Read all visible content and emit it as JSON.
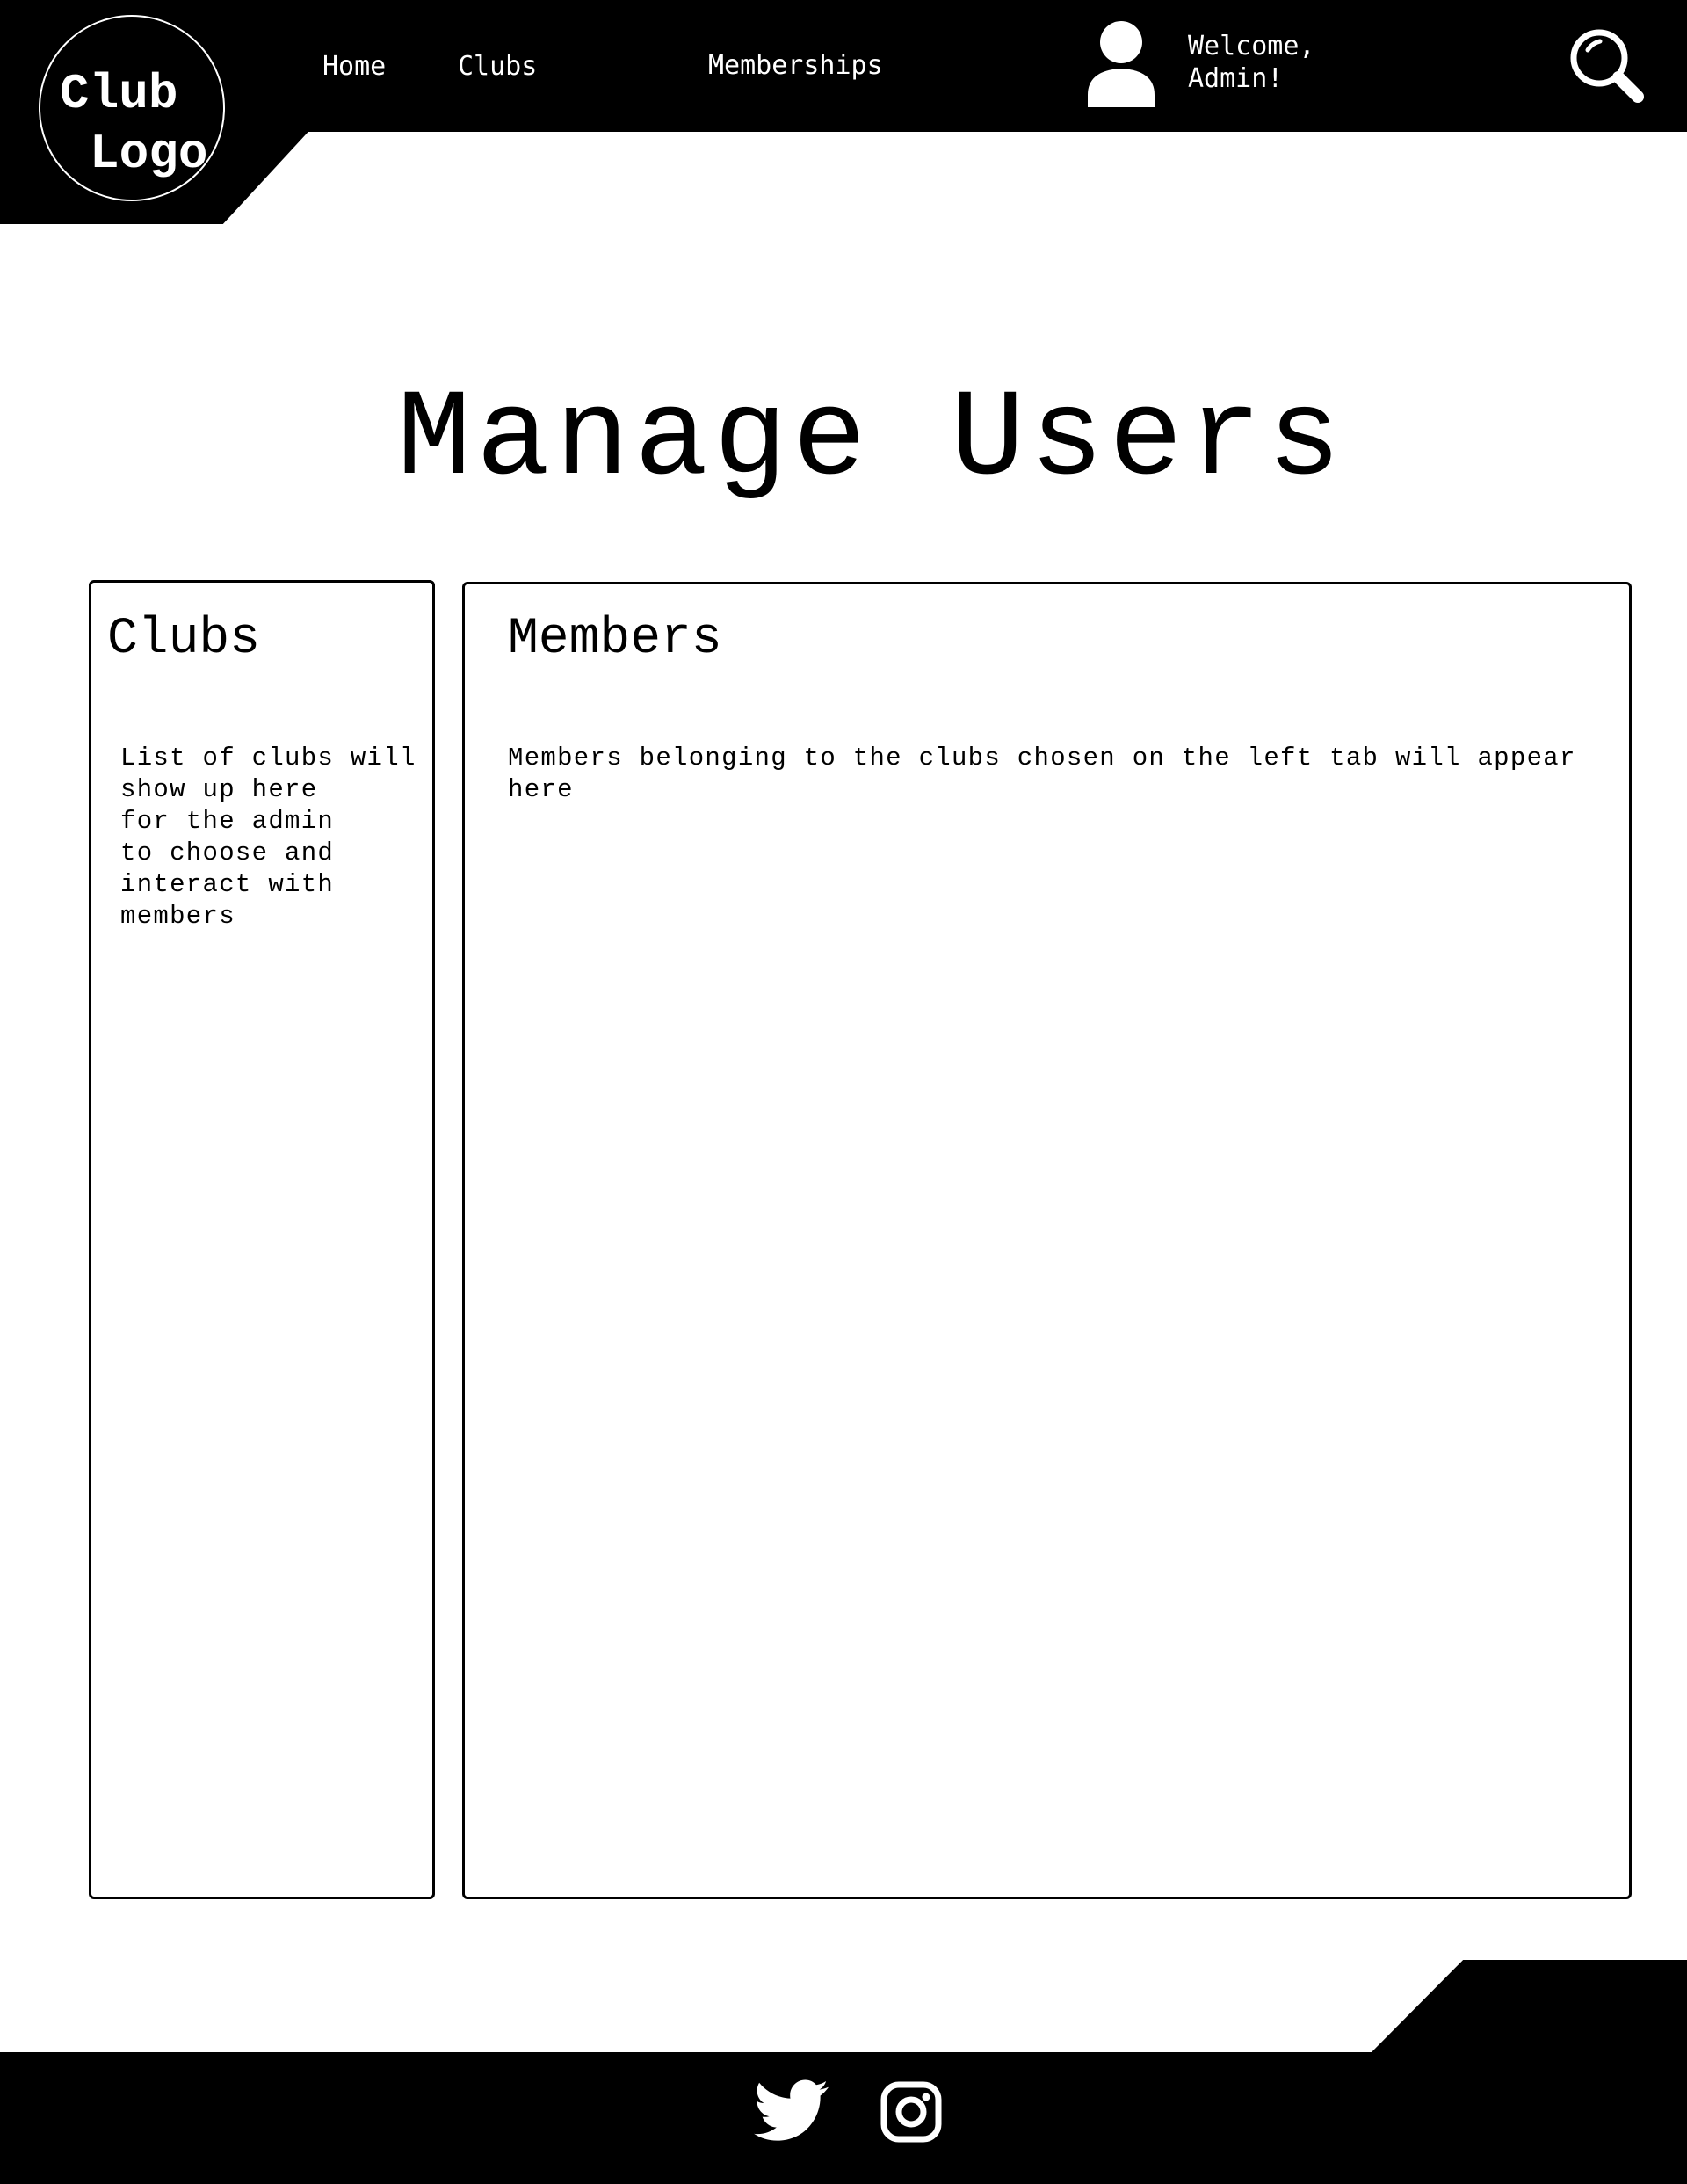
{
  "header": {
    "logo": {
      "line1": "Club",
      "line2": "Logo"
    },
    "nav": [
      {
        "label": "Home"
      },
      {
        "label": "Clubs"
      },
      {
        "label": "Memberships"
      }
    ],
    "user": {
      "icon": "user-icon",
      "welcome_line1": "Welcome,",
      "welcome_line2": "Admin!"
    },
    "search_icon": "search-icon"
  },
  "main": {
    "title": "Manage Users",
    "clubs_panel": {
      "heading": "Clubs",
      "body": "List of clubs will\nshow up here\nfor the admin\nto choose and\ninteract with\nmembers"
    },
    "members_panel": {
      "heading": "Members",
      "body": "Members belonging to the clubs chosen on the left tab will appear\nhere"
    }
  },
  "footer": {
    "social": [
      {
        "icon": "twitter-icon"
      },
      {
        "icon": "instagram-icon"
      }
    ]
  },
  "colors": {
    "bar": "#000000",
    "background": "#ffffff",
    "header_text": "#ffffff"
  }
}
